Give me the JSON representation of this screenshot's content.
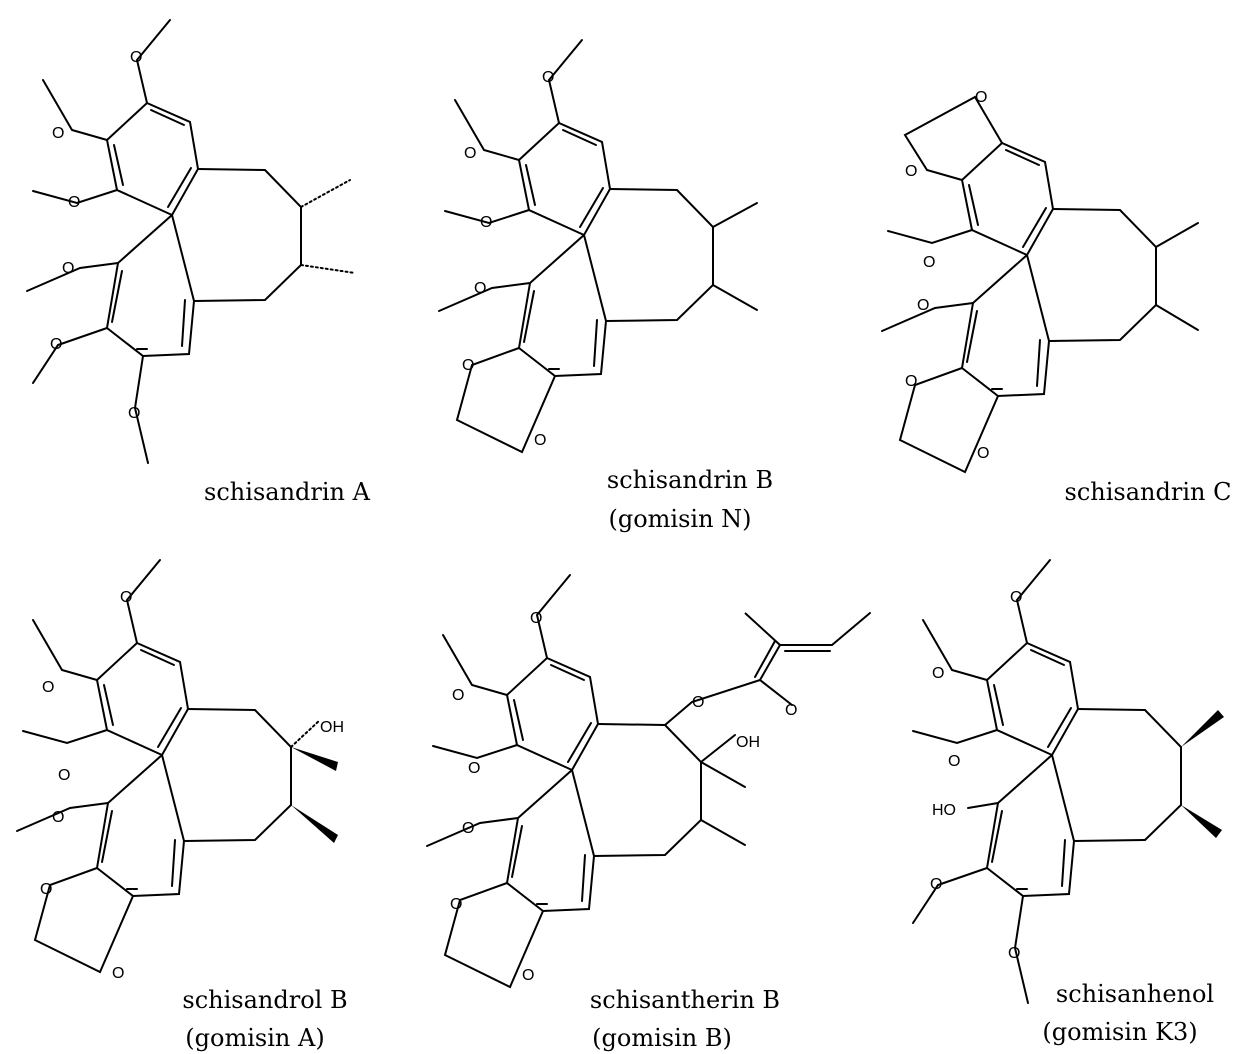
{
  "compounds": [
    {
      "name": "schisandrin A",
      "alias": ""
    },
    {
      "name": "schisandrin B",
      "alias": "(gomisin N)"
    },
    {
      "name": "schisandrin C",
      "alias": ""
    },
    {
      "name": "schisandrol B",
      "alias": "(gomisin A)"
    },
    {
      "name": "schisantherin B",
      "alias": "(gomisin B)"
    },
    {
      "name": "schisanhenol",
      "alias": "(gomisin K3)"
    }
  ],
  "atoms": {
    "O": "O",
    "OH": "OH",
    "HO": "HO"
  }
}
